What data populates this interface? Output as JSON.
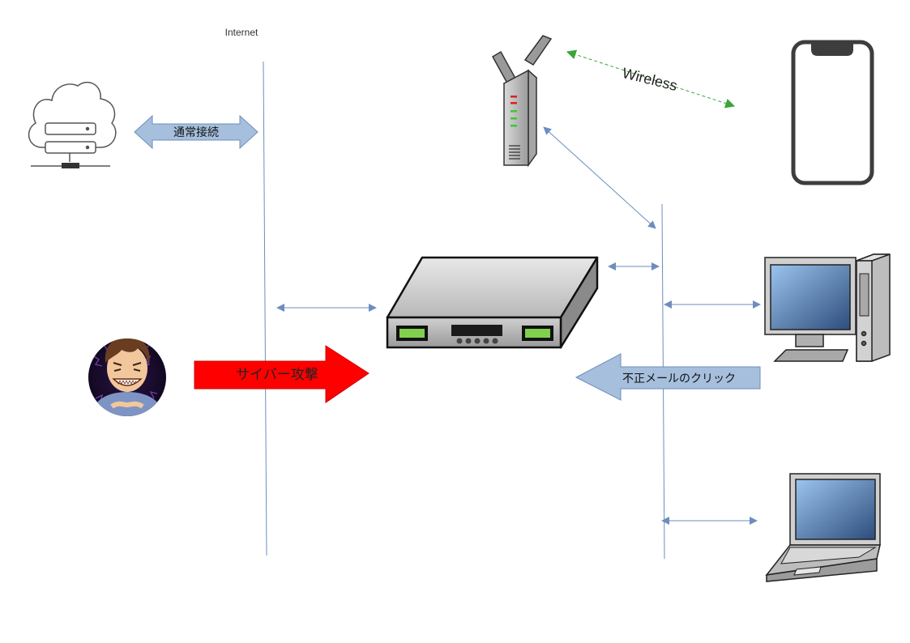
{
  "labels": {
    "internet": "Internet",
    "normal_connection": "通常接続",
    "cyber_attack": "サイバー攻撃",
    "malicious_mail_click": "不正メールのクリック",
    "wireless": "Wireless"
  },
  "icons": {
    "cloud_server": "cloud-server-icon",
    "attacker": "attacker-icon",
    "router": "router-icon",
    "access_point": "wireless-access-point-icon",
    "smartphone": "smartphone-icon",
    "desktop": "desktop-computer-icon",
    "laptop": "laptop-icon"
  },
  "colors": {
    "line": "#6c8ebf",
    "arrow_fill": "#a6bfdc",
    "attack": "#ff0000",
    "wireless": "#3aa63a"
  }
}
